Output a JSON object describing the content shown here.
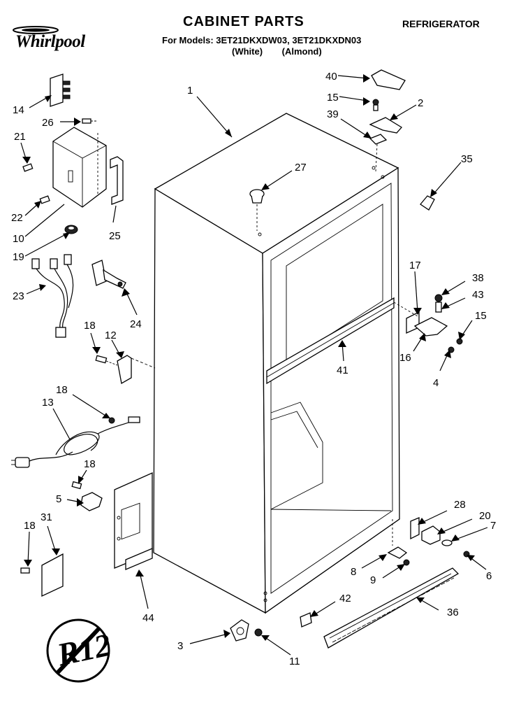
{
  "header": {
    "title": "CABINET PARTS",
    "category": "REFRIGERATOR",
    "models_line": "For Models: 3ET21DKXDW03, 3ET21DKXDN03",
    "colors_line": "(White) (Almond)"
  },
  "brand": {
    "logo_text": "Whirlpool"
  },
  "stamp": {
    "text": "R12"
  },
  "callouts": {
    "c1": "1",
    "c2": "2",
    "c3": "3",
    "c4": "4",
    "c5": "5",
    "c6": "6",
    "c7": "7",
    "c8": "8",
    "c9": "9",
    "c10": "10",
    "c11": "11",
    "c12": "12",
    "c13": "13",
    "c14": "14",
    "c15a": "15",
    "c15b": "15",
    "c16": "16",
    "c17": "17",
    "c18a": "18",
    "c18b": "18",
    "c18c": "18",
    "c18d": "18",
    "c19": "19",
    "c20": "20",
    "c21": "21",
    "c22": "22",
    "c23": "23",
    "c24": "24",
    "c25": "25",
    "c26": "26",
    "c27": "27",
    "c28": "28",
    "c31": "31",
    "c35": "35",
    "c36": "36",
    "c38": "38",
    "c39": "39",
    "c40": "40",
    "c41": "41",
    "c42": "42",
    "c43": "43",
    "c44": "44"
  }
}
